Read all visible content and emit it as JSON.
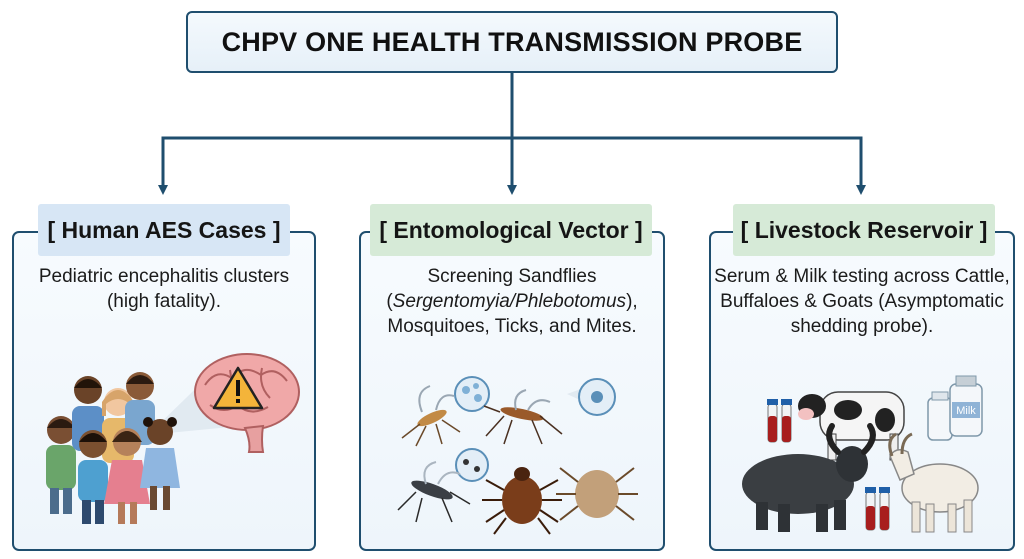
{
  "title": "CHPV ONE HEALTH TRANSMISSION PROBE",
  "panels": [
    {
      "label": "[ Human AES Cases ]",
      "description": "Pediatric encephalitis clusters (high fatality)."
    },
    {
      "label": "[ Entomological Vector ]",
      "description_line1": "Screening Sandflies",
      "description_open": "(",
      "description_italic": "Sergentomyia/Phlebotomus",
      "description_close": "),",
      "description_line3": "Mosquitoes, Ticks, and Mites."
    },
    {
      "label": "[ Livestock Reservoir ]",
      "description": "Serum & Milk testing across Cattle, Buffaloes & Goats (Asymptomatic shedding probe)."
    }
  ],
  "illustrations": {
    "human": [
      "children-group",
      "brain-icon",
      "warning-icon"
    ],
    "vector": [
      "sandfly-icon",
      "mosquito-icon",
      "tick-icon",
      "mite-icon",
      "microscope-view-icon"
    ],
    "livestock": [
      "cow-icon",
      "buffalo-icon",
      "goat-icon",
      "milk-bottle-icon",
      "blood-tube-icon"
    ],
    "milk_label": "Milk"
  },
  "colors": {
    "border": "#1f4e6e",
    "label_human": "#d7e6f5",
    "label_vector": "#d6ead7",
    "label_livestock": "#d6ead7"
  }
}
